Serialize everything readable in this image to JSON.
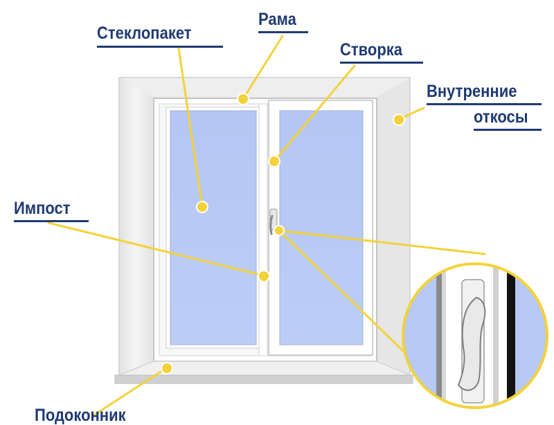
{
  "labels": {
    "glass_unit": "Стеклопакет",
    "frame": "Рама",
    "sash": "Створка",
    "inner_slopes_line1": "Внутренние",
    "inner_slopes_line2": "откосы",
    "mullion": "Импост",
    "windowsill": "Подоконник"
  },
  "colors": {
    "label_text": "#1f3a73",
    "callout": "#f3d23a",
    "glass": "#b7c9f4",
    "frame": "#ffffff",
    "slope": "#ececec"
  },
  "icons": {
    "handle": "window-handle-icon"
  }
}
